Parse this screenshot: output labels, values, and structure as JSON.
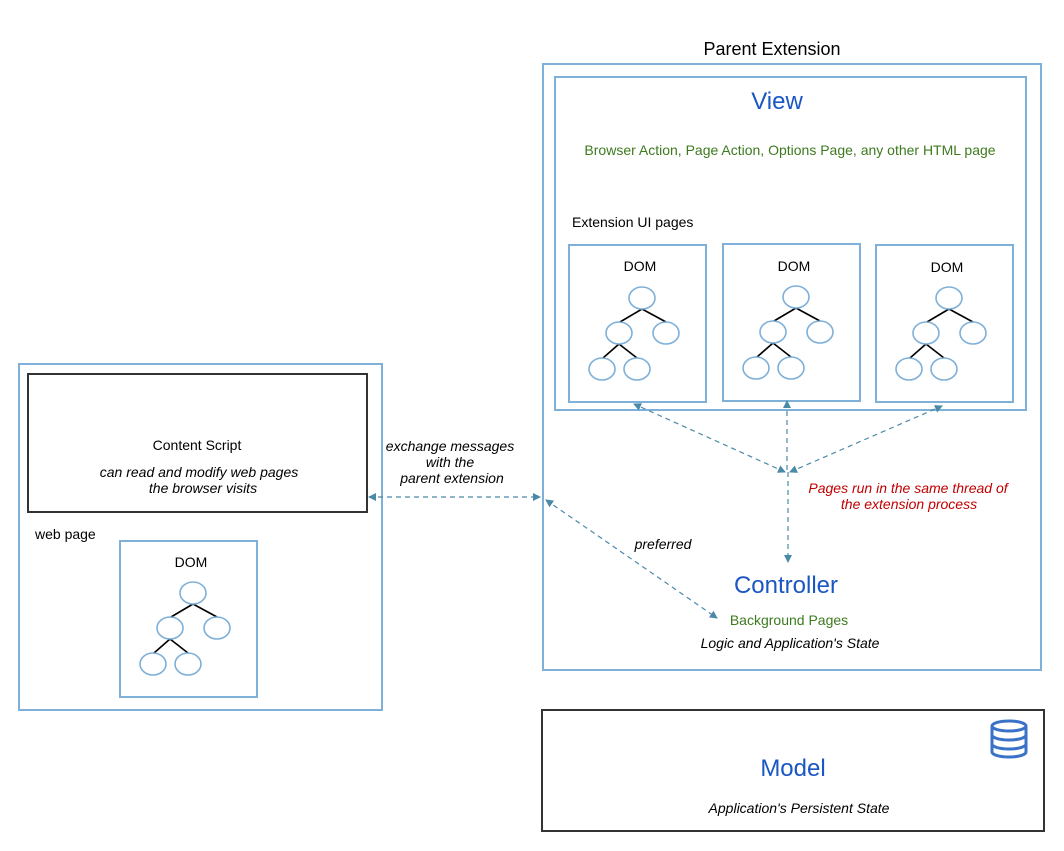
{
  "parent_extension": {
    "title": "Parent Extension",
    "view": {
      "title": "View",
      "subtitle": "Browser Action, Page Action, Options Page, any other HTML page",
      "ui_pages_label": "Extension UI pages",
      "dom_labels": [
        "DOM",
        "DOM",
        "DOM"
      ]
    },
    "controller": {
      "title": "Controller",
      "subtitle": "Background Pages",
      "note": "Logic and Application's State"
    },
    "thread_note_line1": "Pages run in the same thread of",
    "thread_note_line2": "the extension process",
    "preferred_label": "preferred"
  },
  "web_page": {
    "label": "web page",
    "content_script": {
      "title": "Content Script",
      "desc_line1": "can read and modify web pages",
      "desc_line2": "the browser visits"
    },
    "dom_label": "DOM"
  },
  "messages": {
    "line1": "exchange messages",
    "line2": "with the",
    "line3": "parent extension"
  },
  "model": {
    "title": "Model",
    "subtitle": "Application's Persistent State",
    "icon": "database-icon"
  },
  "colors": {
    "box_border": "#7eb0d9",
    "heading": "#1a56c4",
    "green_text": "#3d7a1e",
    "red_text": "#c00000",
    "arrow": "#4a8aa8"
  }
}
